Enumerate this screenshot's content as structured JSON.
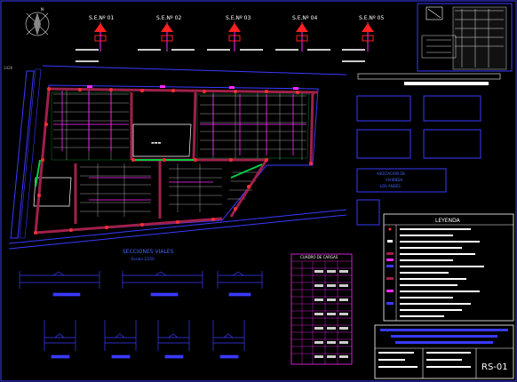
{
  "north_label": "N",
  "coord_label": "1426",
  "substations": [
    "S.E.Nº 01",
    "S.E.Nº 02",
    "S.E.Nº 03",
    "S.E.Nº 04",
    "S.E.Nº 05"
  ],
  "plan_labels": {
    "block_note_1": "ASOCIACION DE",
    "block_note_2": "VIVIENDA",
    "block_note_3": "LOS ANDES"
  },
  "sections": {
    "title": "SECCIONES VIALES",
    "subtitle": "Escala 1/250"
  },
  "legend": {
    "title": "LEYENDA"
  },
  "cable_table": {
    "title": "CUADRO DE CARGAS"
  },
  "title_block": {
    "sheet_code": "RS-01"
  },
  "colors": {
    "road": "#3a3aff",
    "cable": "#ff2aff",
    "pole": "#ff4040",
    "lot_lines": "#00ff66",
    "frame": "#3a3aff",
    "text": "#ffffff"
  }
}
